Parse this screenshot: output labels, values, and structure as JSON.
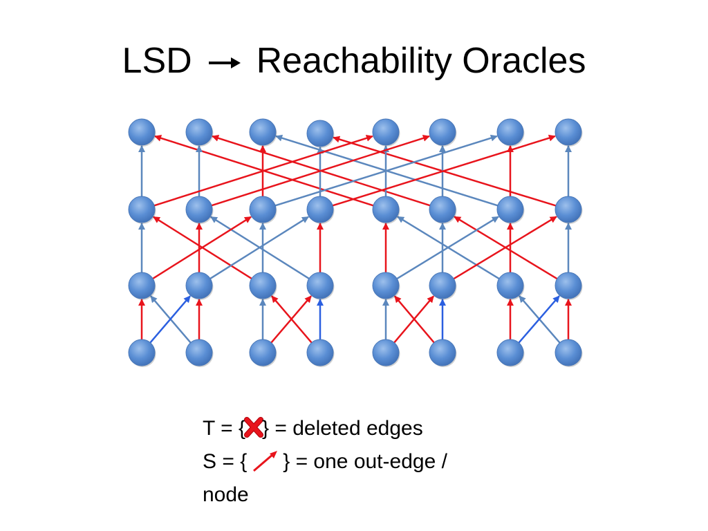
{
  "slide": {
    "title_left": "LSD",
    "title_right": "Reachability Oracles"
  },
  "colors": {
    "node_fill": "#4f81bd",
    "node_fill_light": "#8fb4e3",
    "edge_blue": "#5b87bd",
    "edge_bright_blue": "#2b5fe0",
    "edge_red": "#e8141c"
  },
  "diagram": {
    "layers": 4,
    "nodes_per_layer": 8,
    "edges": [
      {
        "from": [
          0,
          0
        ],
        "to": [
          1,
          0
        ],
        "color": "red"
      },
      {
        "from": [
          0,
          1
        ],
        "to": [
          1,
          0
        ],
        "color": "blue"
      },
      {
        "from": [
          0,
          0
        ],
        "to": [
          1,
          1
        ],
        "color": "bright-blue"
      },
      {
        "from": [
          0,
          1
        ],
        "to": [
          1,
          1
        ],
        "color": "red"
      },
      {
        "from": [
          0,
          2
        ],
        "to": [
          1,
          2
        ],
        "color": "blue"
      },
      {
        "from": [
          0,
          3
        ],
        "to": [
          1,
          2
        ],
        "color": "red"
      },
      {
        "from": [
          0,
          2
        ],
        "to": [
          1,
          3
        ],
        "color": "red"
      },
      {
        "from": [
          0,
          3
        ],
        "to": [
          1,
          3
        ],
        "color": "bright-blue"
      },
      {
        "from": [
          0,
          4
        ],
        "to": [
          1,
          4
        ],
        "color": "blue"
      },
      {
        "from": [
          0,
          5
        ],
        "to": [
          1,
          4
        ],
        "color": "red"
      },
      {
        "from": [
          0,
          4
        ],
        "to": [
          1,
          5
        ],
        "color": "red"
      },
      {
        "from": [
          0,
          5
        ],
        "to": [
          1,
          5
        ],
        "color": "bright-blue"
      },
      {
        "from": [
          0,
          6
        ],
        "to": [
          1,
          6
        ],
        "color": "red"
      },
      {
        "from": [
          0,
          7
        ],
        "to": [
          1,
          6
        ],
        "color": "blue"
      },
      {
        "from": [
          0,
          6
        ],
        "to": [
          1,
          7
        ],
        "color": "bright-blue"
      },
      {
        "from": [
          0,
          7
        ],
        "to": [
          1,
          7
        ],
        "color": "red"
      },
      {
        "from": [
          1,
          0
        ],
        "to": [
          2,
          0
        ],
        "color": "blue"
      },
      {
        "from": [
          1,
          2
        ],
        "to": [
          2,
          0
        ],
        "color": "red"
      },
      {
        "from": [
          1,
          1
        ],
        "to": [
          2,
          1
        ],
        "color": "red"
      },
      {
        "from": [
          1,
          3
        ],
        "to": [
          2,
          1
        ],
        "color": "blue"
      },
      {
        "from": [
          1,
          0
        ],
        "to": [
          2,
          2
        ],
        "color": "red"
      },
      {
        "from": [
          1,
          2
        ],
        "to": [
          2,
          2
        ],
        "color": "blue"
      },
      {
        "from": [
          1,
          1
        ],
        "to": [
          2,
          3
        ],
        "color": "blue"
      },
      {
        "from": [
          1,
          3
        ],
        "to": [
          2,
          3
        ],
        "color": "red"
      },
      {
        "from": [
          1,
          4
        ],
        "to": [
          2,
          4
        ],
        "color": "red"
      },
      {
        "from": [
          1,
          6
        ],
        "to": [
          2,
          4
        ],
        "color": "blue"
      },
      {
        "from": [
          1,
          5
        ],
        "to": [
          2,
          5
        ],
        "color": "blue"
      },
      {
        "from": [
          1,
          7
        ],
        "to": [
          2,
          5
        ],
        "color": "red"
      },
      {
        "from": [
          1,
          4
        ],
        "to": [
          2,
          6
        ],
        "color": "blue"
      },
      {
        "from": [
          1,
          6
        ],
        "to": [
          2,
          6
        ],
        "color": "red"
      },
      {
        "from": [
          1,
          5
        ],
        "to": [
          2,
          7
        ],
        "color": "red"
      },
      {
        "from": [
          1,
          7
        ],
        "to": [
          2,
          7
        ],
        "color": "blue"
      },
      {
        "from": [
          2,
          0
        ],
        "to": [
          3,
          0
        ],
        "color": "blue"
      },
      {
        "from": [
          2,
          4
        ],
        "to": [
          3,
          0
        ],
        "color": "red"
      },
      {
        "from": [
          2,
          1
        ],
        "to": [
          3,
          1
        ],
        "color": "blue"
      },
      {
        "from": [
          2,
          5
        ],
        "to": [
          3,
          1
        ],
        "color": "red"
      },
      {
        "from": [
          2,
          2
        ],
        "to": [
          3,
          2
        ],
        "color": "red"
      },
      {
        "from": [
          2,
          6
        ],
        "to": [
          3,
          2
        ],
        "color": "blue"
      },
      {
        "from": [
          2,
          3
        ],
        "to": [
          3,
          3
        ],
        "color": "blue"
      },
      {
        "from": [
          2,
          7
        ],
        "to": [
          3,
          3
        ],
        "color": "red"
      },
      {
        "from": [
          2,
          0
        ],
        "to": [
          3,
          4
        ],
        "color": "red"
      },
      {
        "from": [
          2,
          4
        ],
        "to": [
          3,
          4
        ],
        "color": "blue"
      },
      {
        "from": [
          2,
          1
        ],
        "to": [
          3,
          5
        ],
        "color": "red"
      },
      {
        "from": [
          2,
          5
        ],
        "to": [
          3,
          5
        ],
        "color": "blue"
      },
      {
        "from": [
          2,
          2
        ],
        "to": [
          3,
          6
        ],
        "color": "blue"
      },
      {
        "from": [
          2,
          6
        ],
        "to": [
          3,
          6
        ],
        "color": "red"
      },
      {
        "from": [
          2,
          3
        ],
        "to": [
          3,
          7
        ],
        "color": "red"
      },
      {
        "from": [
          2,
          7
        ],
        "to": [
          3,
          7
        ],
        "color": "blue"
      }
    ]
  },
  "legend": {
    "t_prefix": "T = {",
    "t_suffix": "} = deleted edges",
    "s_prefix": "S = {",
    "s_suffix": "} = one out-edge /",
    "s_wrap": "node"
  }
}
